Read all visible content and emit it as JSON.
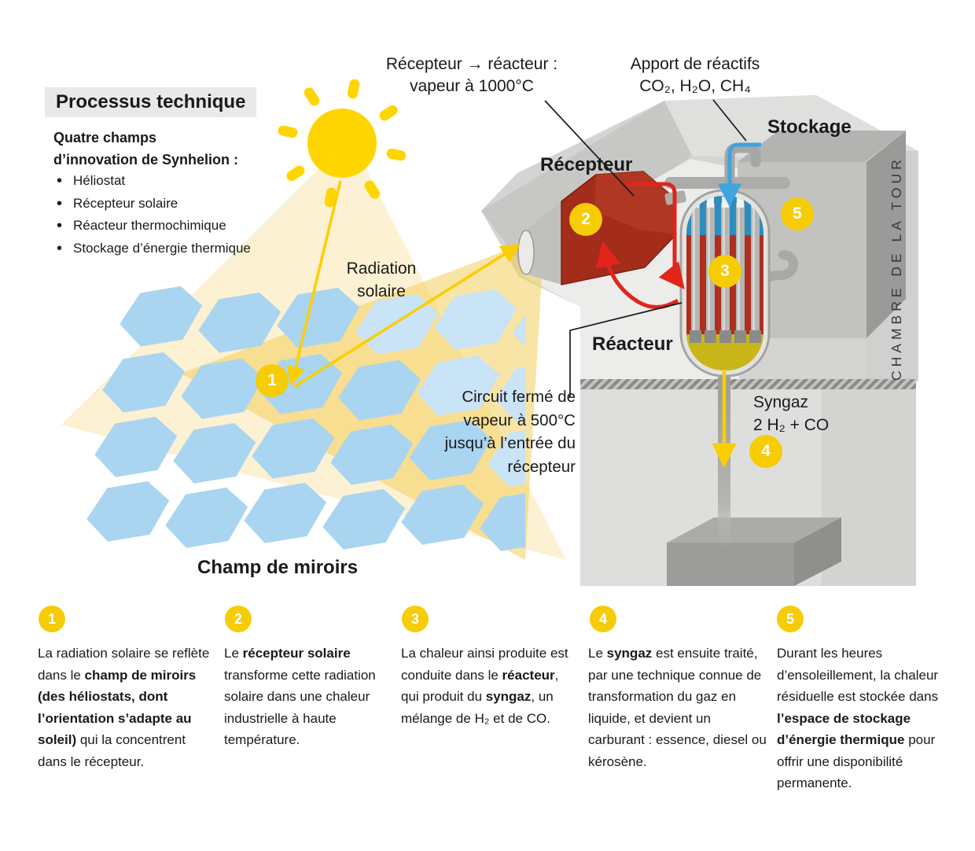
{
  "panel": {
    "title": "Processus technique",
    "intro_l1": "Quatre champs",
    "intro_l2": "d’innovation de Synhelion :",
    "bullets": [
      "Héliostat",
      "Récepteur solaire",
      "Réacteur thermochimique",
      "Stockage d’énergie thermique"
    ]
  },
  "labels": {
    "receiver_reactor_l1": "Récepteur → réacteur :",
    "receiver_reactor_l2": "vapeur à 1000°C",
    "reactants_l1": "Apport de réactifs",
    "reactants_l2": "CO₂, H₂O, CH₄",
    "storage": "Stockage",
    "receiver": "Récepteur",
    "tower_chamber": "CHAMBRE DE LA TOUR",
    "radiation_l1": "Radiation",
    "radiation_l2": "solaire",
    "reactor": "Réacteur",
    "circuit_l1": "Circuit fermé de",
    "circuit_l2": "vapeur à 500°C",
    "circuit_l3": "jusqu’à l’entrée du",
    "circuit_l4": "récepteur",
    "syngas_l1": "Syngaz",
    "syngas_l2": "2 H₂ + CO",
    "mirror_field": "Champ de miroirs"
  },
  "markers": {
    "m1": "1",
    "m2": "2",
    "m3": "3",
    "m4": "4",
    "m5": "5"
  },
  "steps": [
    {
      "num": "1",
      "segments": [
        {
          "t": "La radiation solaire se reflète dans le "
        },
        {
          "t": "champ de miroirs (des héliostats, dont l’orientation s’adapte au soleil)"
        },
        {
          "t": " qui la concentrent dans le récepteur."
        }
      ]
    },
    {
      "num": "2",
      "segments": [
        {
          "t": "Le "
        },
        {
          "t": "récepteur solaire"
        },
        {
          "t": " transforme cette radiation solaire dans une chaleur industrielle à haute température."
        }
      ]
    },
    {
      "num": "3",
      "segments": [
        {
          "t": "La chaleur ainsi produite est conduite dans le "
        },
        {
          "t": "réacteur"
        },
        {
          "t": ", qui produit du "
        },
        {
          "t": "syngaz"
        },
        {
          "t": ", un mélange de H₂ et de CO."
        }
      ]
    },
    {
      "num": "4",
      "segments": [
        {
          "t": "Le "
        },
        {
          "t": "syngaz"
        },
        {
          "t": " est ensuite traité, par une technique connue de transformation du gaz en liquide, et devient un carburant : essence, diesel ou kérosène."
        }
      ]
    },
    {
      "num": "5",
      "segments": [
        {
          "t": "Durant les heures d’ensoleillement, la chaleur résiduelle est stockée dans "
        },
        {
          "t": "l’espace de stockage d’énergie thermique"
        },
        {
          "t": " pour offrir une disponibilité permanente."
        }
      ]
    }
  ],
  "colors": {
    "accent_yellow": "#f6cc05",
    "sun_yellow": "#ffd500",
    "mirror_blue": "#a9d5f1",
    "hot_red": "#ae2f1f",
    "pipe_red": "#e1251b",
    "water_blue": "#3fa4e0",
    "storage_yellow": "#c9b71a",
    "structure_gray": "#d4d4d2"
  }
}
